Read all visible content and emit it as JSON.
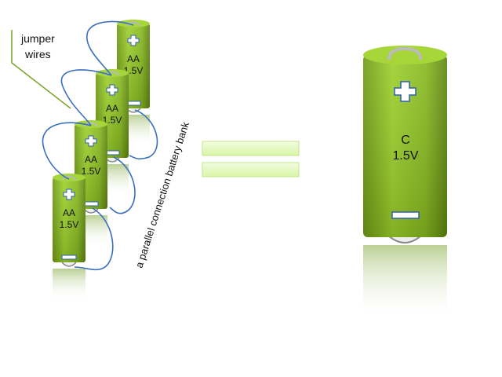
{
  "labels": {
    "jumper_line1": "jumper",
    "jumper_line2": "wires",
    "bank_caption": "a parallel connection battery bank"
  },
  "aa_batteries": [
    {
      "type": "AA",
      "voltage": "1.5V"
    },
    {
      "type": "AA",
      "voltage": "1.5V"
    },
    {
      "type": "AA",
      "voltage": "1.5V"
    },
    {
      "type": "AA",
      "voltage": "1.5V"
    }
  ],
  "c_battery": {
    "type": "C",
    "voltage": "1.5V"
  },
  "symbols": {
    "plus": "plus-icon",
    "minus": "minus-icon",
    "equals": "equals-sign"
  },
  "colors": {
    "battery_green": "#8dc21f",
    "wire_blue": "#3a6fc0",
    "leader_green": "#7aa32a",
    "equals_fill": "#e6f8c0"
  }
}
